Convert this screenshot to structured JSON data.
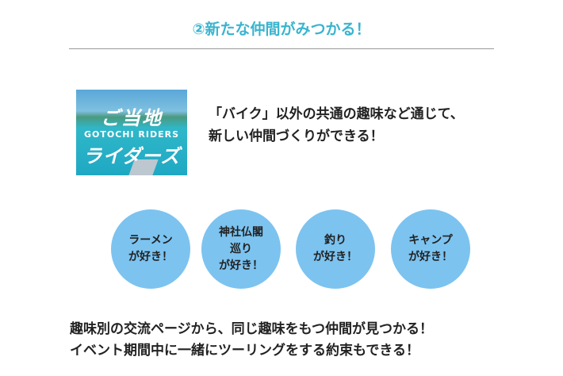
{
  "title": "②新たな仲間がみつかる！",
  "logo": {
    "line1": "ご当地",
    "line2": "GOTOCHI RIDERS",
    "line3": "ライダーズ"
  },
  "description": [
    "「バイク」以外の共通の趣味など通じて、",
    "新しい仲間づくりができる！"
  ],
  "hobbies": [
    {
      "lines": [
        "ラーメン",
        "が好き！"
      ]
    },
    {
      "lines": [
        "神社仏閣",
        "巡り",
        "が好き！"
      ]
    },
    {
      "lines": [
        "釣り",
        "が好き！"
      ]
    },
    {
      "lines": [
        "キャンプ",
        "が好き！"
      ]
    }
  ],
  "bottom": [
    "趣味別の交流ページから、同じ趣味をもつ仲間が見つかる！",
    "イベント期間中に一緒にツーリングをする約束もできる！"
  ],
  "colors": {
    "title": "#3ab4cf",
    "circle": "#7cc3f0"
  }
}
